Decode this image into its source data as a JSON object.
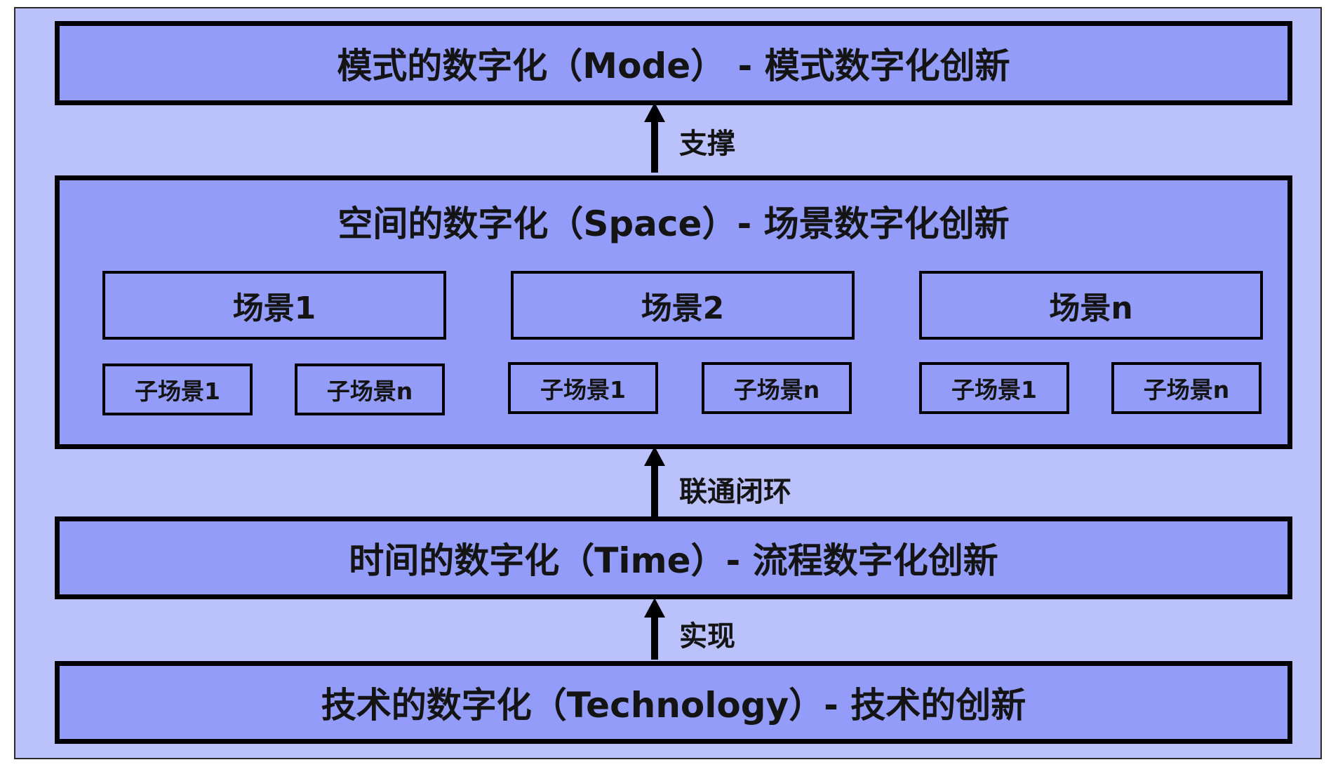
{
  "layers": {
    "mode": "模式的数字化（Mode） - 模式数字化创新",
    "space": "空间的数字化（Space）- 场景数字化创新",
    "time": "时间的数字化（Time）- 流程数字化创新",
    "technology": "技术的数字化（Technology）- 技术的创新"
  },
  "arrows": {
    "support": "支撑",
    "connect": "联通闭环",
    "realize": "实现"
  },
  "scenes": [
    {
      "label": "场景1",
      "subs": [
        "子场景1",
        "子场景n"
      ]
    },
    {
      "label": "场景2",
      "subs": [
        "子场景1",
        "子场景n"
      ]
    },
    {
      "label": "场景n",
      "subs": [
        "子场景1",
        "子场景n"
      ]
    }
  ],
  "colors": {
    "background": "#bbc1fb",
    "box_fill": "#949cf9",
    "border": "#000000"
  }
}
